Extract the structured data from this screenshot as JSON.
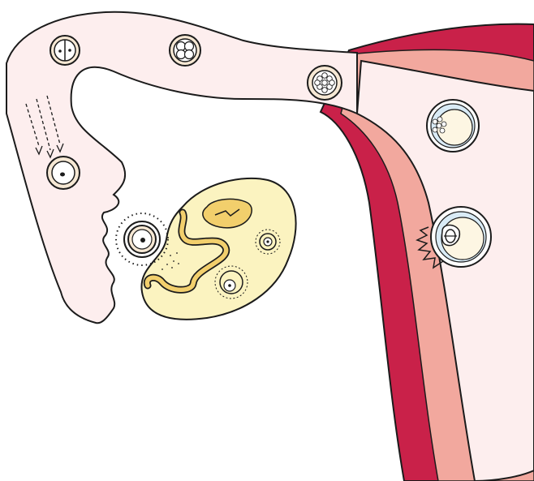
{
  "diagram": {
    "subject": "fertilization-and-implantation",
    "stages": [
      {
        "id": "follicle",
        "icon": "follicle-icon"
      },
      {
        "id": "ovulated-oocyte",
        "icon": "corona-oocyte-icon"
      },
      {
        "id": "ovum-in-fimbria",
        "icon": "oocyte-icon"
      },
      {
        "id": "two-cell",
        "icon": "two-cell-embryo-icon"
      },
      {
        "id": "four-cell",
        "icon": "four-cell-embryo-icon"
      },
      {
        "id": "morula",
        "icon": "morula-icon"
      },
      {
        "id": "blastocyst",
        "icon": "blastocyst-icon"
      },
      {
        "id": "implanting-blastocyst",
        "icon": "implanting-blastocyst-icon"
      }
    ],
    "colors": {
      "tube": "#fdeeee",
      "ovary": "#fbf3c0",
      "follicle_ring": "#f2cf6c",
      "uterus_outer": "#c92149",
      "uterus_inner": "#f2a89e",
      "cell_fill": "#f6e8d4",
      "stroke": "#1b1b1b"
    }
  }
}
